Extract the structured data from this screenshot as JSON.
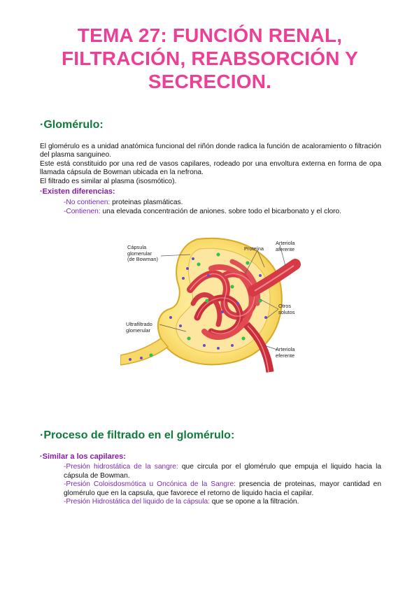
{
  "title_lines": [
    "TEMA 27:  FUNCIÓN RENAL,",
    "FILTRACIÓN, REABSORCIÓN Y",
    "SECRECION."
  ],
  "section1": {
    "heading": "·Glomérulo:",
    "para_lines": [
      " El glomérulo es a unidad anatómica funcional del riñón donde radica la función de acaloramiento o filtración del plasma sanguineo.",
      " Este está constituido por una red de vasos capilares, rodeado por una envoltura externa en forma de opa llamada cápsula de Bowman ubicada en la nefrona.",
      " El filtrado es similar al plasma (isosmótico)."
    ],
    "sub_heading": "·Existen diferencias:",
    "bullets": [
      {
        "label": "-No contienen:",
        "text": " proteinas plasmáticas."
      },
      {
        "label": "-Contienen:",
        "text": " una elevada concentración de aniones. sobre todo el bicarbonato y el cloro."
      }
    ]
  },
  "figure": {
    "labels": {
      "capsula": "Cápsula\nglomerular\n(de Bowman)",
      "proteina": "Proteína",
      "arteriola_aferente": "Arteriola\naferente",
      "otros_solutos": "Otros\nsolutos",
      "ultrafiltrado": "Ultrafiltrado\nglomerular",
      "arteriola_eferente": "Arteriola\neferente"
    }
  },
  "section2": {
    "heading": "·Proceso de filtrado en el glomérulo:",
    "sub_heading": "·Similar a los capilares:",
    "bullets": [
      {
        "label": "-Presión hidrostática de la sangre:",
        "text": " que circula por el glomérulo que empuja el liquido hacia la cápsula de Bowman."
      },
      {
        "label": "-Presión Coloisdosmótica u Oncónica de la Sangre:",
        "text": " presencia de proteinas, mayor cantidad en glomérulo que en la capsula, que favorece el retorno de liquido hacia el capilar."
      },
      {
        "label": "-Presión Hidrostática del liquido de la cápsula:",
        "text": " que se opone a la filtración."
      }
    ]
  },
  "colors": {
    "title": "#ee3f97",
    "heading": "#117a3d",
    "subheading": "#8a1aa8",
    "label": "#7a2ab6"
  }
}
